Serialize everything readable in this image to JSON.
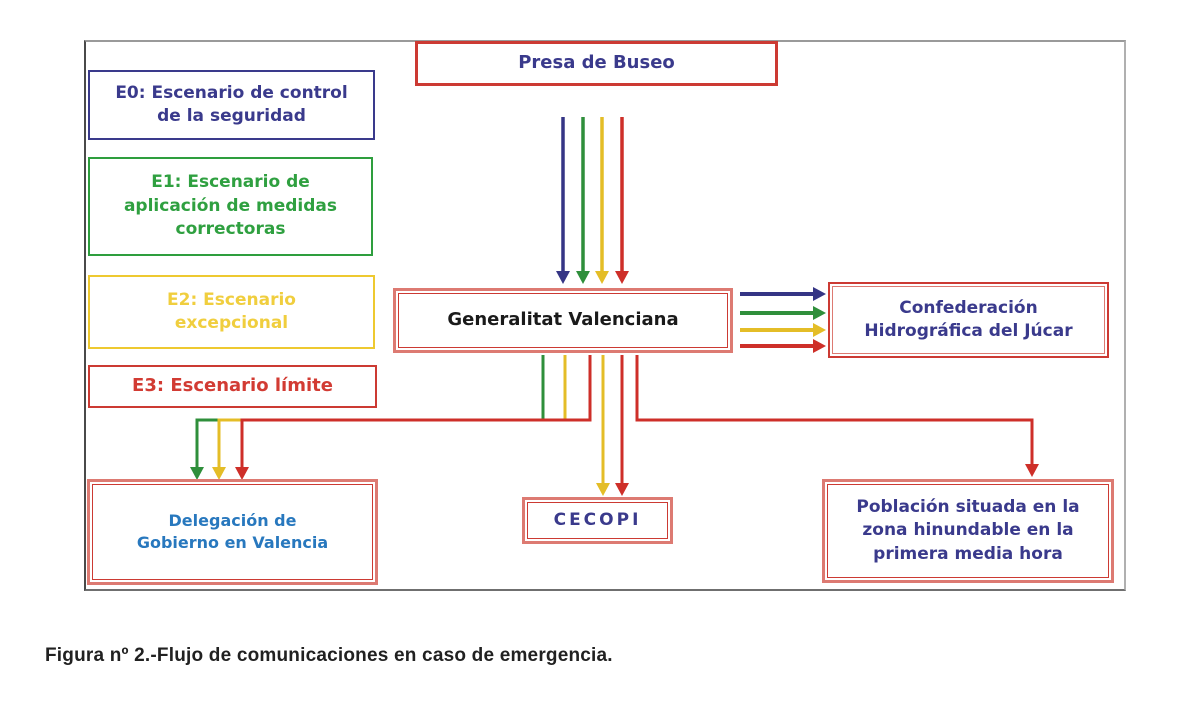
{
  "caption": "Figura nº 2.-Flujo de comunicaciones en caso de emergencia.",
  "nodes": {
    "presa": {
      "lines": [
        "Presa de Buseo"
      ]
    },
    "e0": {
      "lines": [
        "E0: Escenario de control",
        "de la seguridad"
      ]
    },
    "e1": {
      "lines": [
        "E1: Escenario de",
        "aplicación de medidas",
        "correctoras"
      ]
    },
    "e2": {
      "lines": [
        "E2: Escenario",
        "excepcional"
      ]
    },
    "e3": {
      "lines": [
        "E3: Escenario límite"
      ]
    },
    "gv": {
      "lines": [
        "Generalitat Valenciana"
      ]
    },
    "conf": {
      "lines": [
        "Confederación",
        "Hidrográfica del Júcar"
      ]
    },
    "deleg": {
      "lines": [
        "Delegación de",
        "Gobierno en Valencia"
      ]
    },
    "cecopi": {
      "lines": [
        "CECOPI"
      ]
    },
    "pobl": {
      "lines": [
        "Población situada en la",
        "zona hinundable en la",
        "primera media hora"
      ]
    }
  },
  "legend": [
    {
      "code": "E0",
      "label": "E0: Escenario de control de la seguridad",
      "color": "#3a3a8c"
    },
    {
      "code": "E1",
      "label": "E1: Escenario de aplicación de medidas correctoras",
      "color": "#2e9e3e"
    },
    {
      "code": "E2",
      "label": "E2: Escenario excepcional",
      "color": "#eec930"
    },
    {
      "code": "E3",
      "label": "E3: Escenario límite",
      "color": "#d23b33"
    }
  ],
  "flows": [
    {
      "from": "Presa de Buseo",
      "to": "Generalitat Valenciana",
      "scenarios": [
        "E0",
        "E1",
        "E2",
        "E3"
      ]
    },
    {
      "from": "Generalitat Valenciana",
      "to": "Confederación Hidrográfica del Júcar",
      "scenarios": [
        "E0",
        "E1",
        "E2",
        "E3"
      ]
    },
    {
      "from": "Generalitat Valenciana",
      "to": "Delegación de Gobierno en Valencia",
      "scenarios": [
        "E1",
        "E2",
        "E3"
      ]
    },
    {
      "from": "Generalitat Valenciana",
      "to": "CECOPI",
      "scenarios": [
        "E2",
        "E3"
      ]
    },
    {
      "from": "Generalitat Valenciana",
      "to": "Población situada en la zona hinundable en la primera media hora",
      "scenarios": [
        "E3"
      ]
    }
  ],
  "colors": {
    "navy": "#3a3a8c",
    "green": "#2e9e3e",
    "green_text": "#2fa040",
    "yellow": "#eec930",
    "yellow_text": "#f0ce3e",
    "red_text": "#d23b33",
    "red_border": "#cc3a33",
    "red_border_light": "#dd7a72",
    "arrow_blue": "#353585",
    "arrow_green": "#2f8f3b",
    "arrow_yellow": "#e4bd27",
    "arrow_red": "#ce2f29",
    "deleg_blue": "#2878be",
    "gv_text": "#1a1a1a",
    "caption_color": "#212121"
  }
}
